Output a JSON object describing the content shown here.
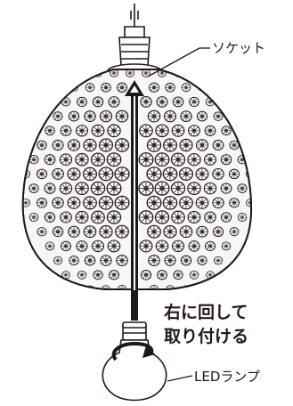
{
  "diagram": {
    "labels": {
      "socket": "ソケット",
      "instruction_line1": "右に回して",
      "instruction_line2": "取り付ける",
      "led_bulb": "LEDランプ"
    },
    "colors": {
      "line": "#231815",
      "background": "#ffffff",
      "shade_fill": "#f7f7f7",
      "arrow": "#1a1a1a"
    },
    "shade_pattern": "flower-rosette",
    "direction": "clockwise"
  }
}
